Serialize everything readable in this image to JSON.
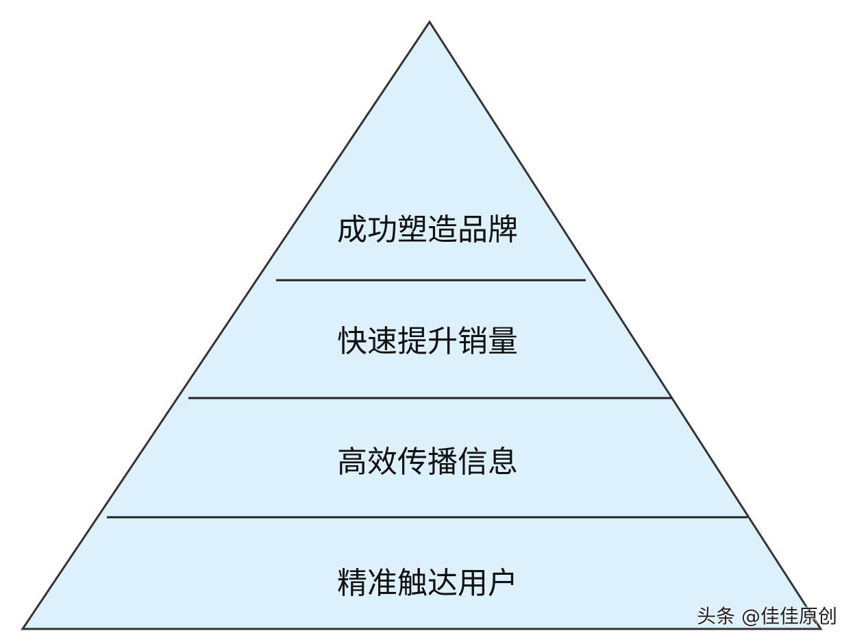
{
  "pyramid": {
    "levels": [
      {
        "label": "成功塑造品牌"
      },
      {
        "label": "快速提升销量"
      },
      {
        "label": "高效传播信息"
      },
      {
        "label": "精准触达用户"
      }
    ],
    "fill_color": "#dcf1fb",
    "stroke_color": "#333333"
  },
  "watermark": {
    "text": "头条 @佳佳原创"
  }
}
